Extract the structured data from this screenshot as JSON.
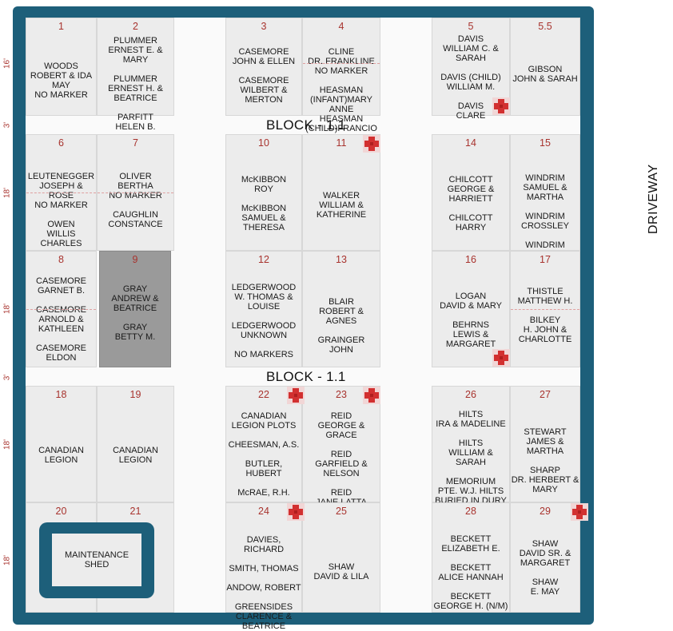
{
  "block_labels": [
    "BLOCK - 1.1",
    "BLOCK - 1.1"
  ],
  "driveway": "DRIVEWAY",
  "dimensions": [
    "16'",
    "3'",
    "18'",
    "18'",
    "3'",
    "18'",
    "18'"
  ],
  "maintenance_shed": "MAINTENANCE\nSHED",
  "plots": [
    {
      "num": "1",
      "names": "WOODS\nROBERT & IDA MAY\nNO MARKER"
    },
    {
      "num": "2",
      "names": "PLUMMER\nERNEST E. & MARY\n \nPLUMMER\nERNEST H. &\nBEATRICE\n \nPARFITT\nHELEN B."
    },
    {
      "num": "3",
      "names": "CASEMORE\nJOHN & ELLEN\n \nCASEMORE\nWILBERT &\nMERTON"
    },
    {
      "num": "4",
      "names": "CLINE\nDR. FRANKLINE\nNO MARKER\n \nHEASMAN\n(INFANT)MARY ANNE\nHEASMAN\n(CHILD)FRANCIO"
    },
    {
      "num": "5",
      "names": "DAVIS\nWILLIAM C. &\nSARAH\n \nDAVIS (CHILD)\nWILLIAM M.\n \nDAVIS\nCLARE"
    },
    {
      "num": "5.5",
      "names": "GIBSON\nJOHN & SARAH"
    },
    {
      "num": "6",
      "names": "LEUTENEGGER\nJOSEPH & ROSE\nNO MARKER\n \nOWEN\nWILLIS CHARLES"
    },
    {
      "num": "7",
      "names": "OLIVER\nBERTHA\nNO MARKER\n \nCAUGHLIN\nCONSTANCE"
    },
    {
      "num": "10",
      "names": "McKIBBON\nROY\n \nMcKIBBON\nSAMUEL &\nTHERESA"
    },
    {
      "num": "11",
      "names": "WALKER\nWILLIAM &\nKATHERINE"
    },
    {
      "num": "14",
      "names": "CHILCOTT\nGEORGE &\nHARRIETT\n \nCHILCOTT\nHARRY"
    },
    {
      "num": "15",
      "names": "WINDRIM\nSAMUEL & MARTHA\n \nWINDRIM\nCROSSLEY\n \nWINDRIM\nJOAN E."
    },
    {
      "num": "8",
      "names": "CASEMORE\nGARNET B.\n \nCASEMORE\nARNOLD &\nKATHLEEN\n \nCASEMORE\nELDON"
    },
    {
      "num": "9",
      "names": "GRAY\nANDREW &\nBEATRICE\n \nGRAY\nBETTY M."
    },
    {
      "num": "12",
      "names": "LEDGERWOOD\nW. THOMAS &\nLOUISE\n \nLEDGERWOOD\nUNKNOWN\n \nNO MARKERS"
    },
    {
      "num": "13",
      "names": "BLAIR\nROBERT & AGNES\n \nGRAINGER\nJOHN"
    },
    {
      "num": "16",
      "names": "LOGAN\nDAVID & MARY\n \nBEHRNS\nLEWIS &\nMARGARET"
    },
    {
      "num": "17",
      "names": "THISTLE\nMATTHEW H.\n \nBILKEY\nH. JOHN &\nCHARLOTTE"
    },
    {
      "num": "18",
      "names": "CANADIAN\nLEGION"
    },
    {
      "num": "19",
      "names": "CANADIAN\nLEGION"
    },
    {
      "num": "22",
      "names": "CANADIAN\nLEGION PLOTS\n \nCHEESMAN, A.S.\n \nBUTLER, HUBERT\n \nMcRAE, R.H.\n \nSPARGO, R.H."
    },
    {
      "num": "23",
      "names": "REID\nGEORGE & GRACE\n \nREID\nGARFIELD &\nNELSON\n \nREID\nJANE LATTA"
    },
    {
      "num": "26",
      "names": "HILTS\nIRA & MADELINE\n \nHILTS\nWILLIAM & SARAH\n \nMEMORIUM\nPTE. W.J. HILTS\nBURIED IN DURY\nFRANCE"
    },
    {
      "num": "27",
      "names": "STEWART\nJAMES & MARTHA\n \nSHARP\nDR. HERBERT &\nMARY"
    },
    {
      "num": "20",
      "names": ""
    },
    {
      "num": "21",
      "names": ""
    },
    {
      "num": "24",
      "names": "DAVIES, RICHARD\n \nSMITH, THOMAS\n \nANDOW, ROBERT\n \nGREENSIDES\nCLARENCE &\nBEATRICE"
    },
    {
      "num": "25",
      "names": "SHAW\nDAVID & LILA"
    },
    {
      "num": "28",
      "names": "BECKETT\nELIZABETH E.\n \nBECKETT\nALICE HANNAH\n \nBECKETT\nGEORGE H. (N/M)"
    },
    {
      "num": "29",
      "names": "SHAW\nDAVID SR. &\nMARGARET\n \nSHAW\nE. MAY"
    }
  ]
}
